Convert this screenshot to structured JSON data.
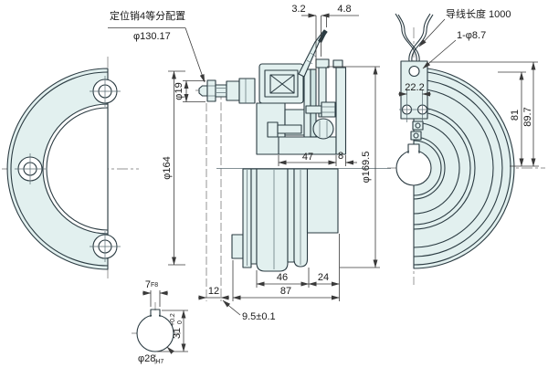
{
  "drawing": {
    "notes": {
      "positioning_pin": "定位销4等分配置",
      "pin_circle_dia": "φ130.17",
      "lead_wire_length": "导线长度 1000",
      "terminal_hole": "1-φ8.7"
    },
    "dims": {
      "gap_small": "3.2",
      "gap_large": "4.8",
      "terminal_pitch": "22.2",
      "height_81": "81",
      "height_89_7": "89.7",
      "dia_169_5": "φ169.5",
      "dia_164": "φ164",
      "dia_19": "φ19",
      "depth_47": "47",
      "plate_8": "8",
      "body_46": "46",
      "body_24": "24",
      "overall_87": "87",
      "offset_12": "12",
      "mount_gap": "9.5±0.1",
      "keyway_width_base": "7",
      "keyway_width_tol": "F8",
      "key_height": "31",
      "key_tol_upper": "+0.2",
      "key_tol_lower": "0",
      "bore_dia_base": "φ28",
      "bore_dia_tol": "H7"
    },
    "colors": {
      "part_fill": "#e2f0ef",
      "part_fill_dark": "#cfe4e2",
      "outline": "#2b3b42",
      "dimension_lines": "#3a3a3a",
      "background": "#ffffff"
    }
  }
}
